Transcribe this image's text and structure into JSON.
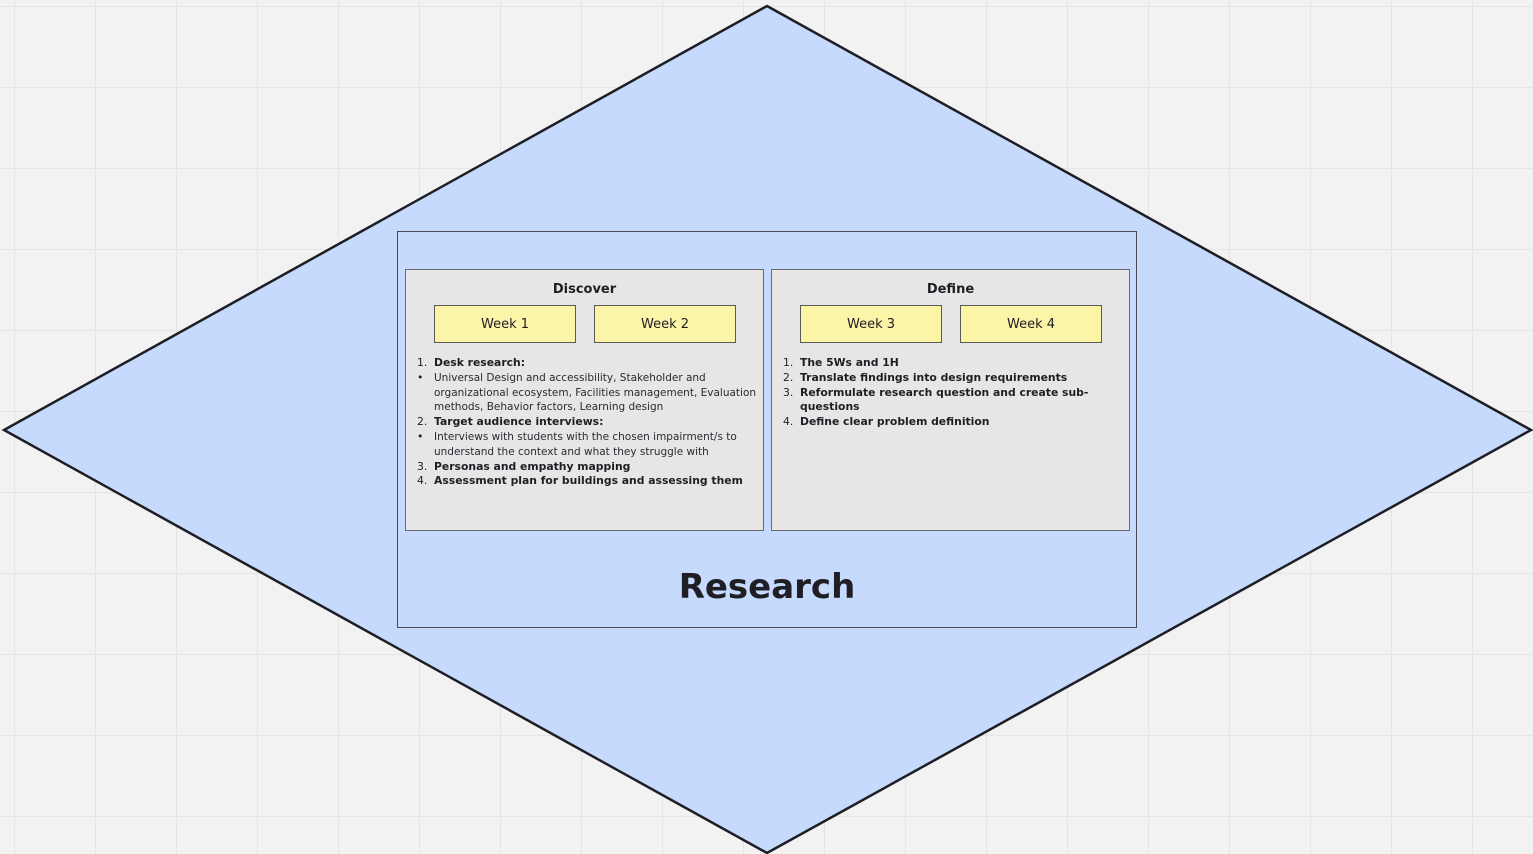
{
  "diagram": {
    "title": "Research",
    "colors": {
      "diamond_fill": "#c5dafc",
      "diamond_stroke": "#1e1e24",
      "phase_fill": "#e6e6e6",
      "sticky_fill": "#fcf4a7"
    },
    "phases": [
      {
        "title": "Discover",
        "weeks": [
          "Week 1",
          "Week 2"
        ],
        "items": [
          {
            "marker": "1.",
            "text": "Desk research:",
            "bold": true
          },
          {
            "marker": "•",
            "text": "Universal Design and accessibility, Stakeholder and organizational ecosystem, Facilities management, Evaluation methods, Behavior factors, Learning design",
            "bold": false
          },
          {
            "marker": "2.",
            "text": "Target audience interviews:",
            "bold": true
          },
          {
            "marker": "•",
            "text": "Interviews with students with the chosen impairment/s to understand the context and what they struggle with",
            "bold": false
          },
          {
            "marker": "3.",
            "text": "Personas and empathy mapping",
            "bold": true
          },
          {
            "marker": "4.",
            "text": "Assessment plan for buildings and assessing them",
            "bold": true
          }
        ]
      },
      {
        "title": "Define",
        "weeks": [
          "Week 3",
          "Week 4"
        ],
        "items": [
          {
            "marker": "1.",
            "text": "The 5Ws and 1H",
            "bold": true
          },
          {
            "marker": "2.",
            "text": "Translate findings into design requirements",
            "bold": true
          },
          {
            "marker": "3.",
            "text": "Reformulate research question and create sub-questions",
            "bold": true
          },
          {
            "marker": "4.",
            "text": "Define clear problem definition",
            "bold": true
          }
        ]
      }
    ]
  }
}
